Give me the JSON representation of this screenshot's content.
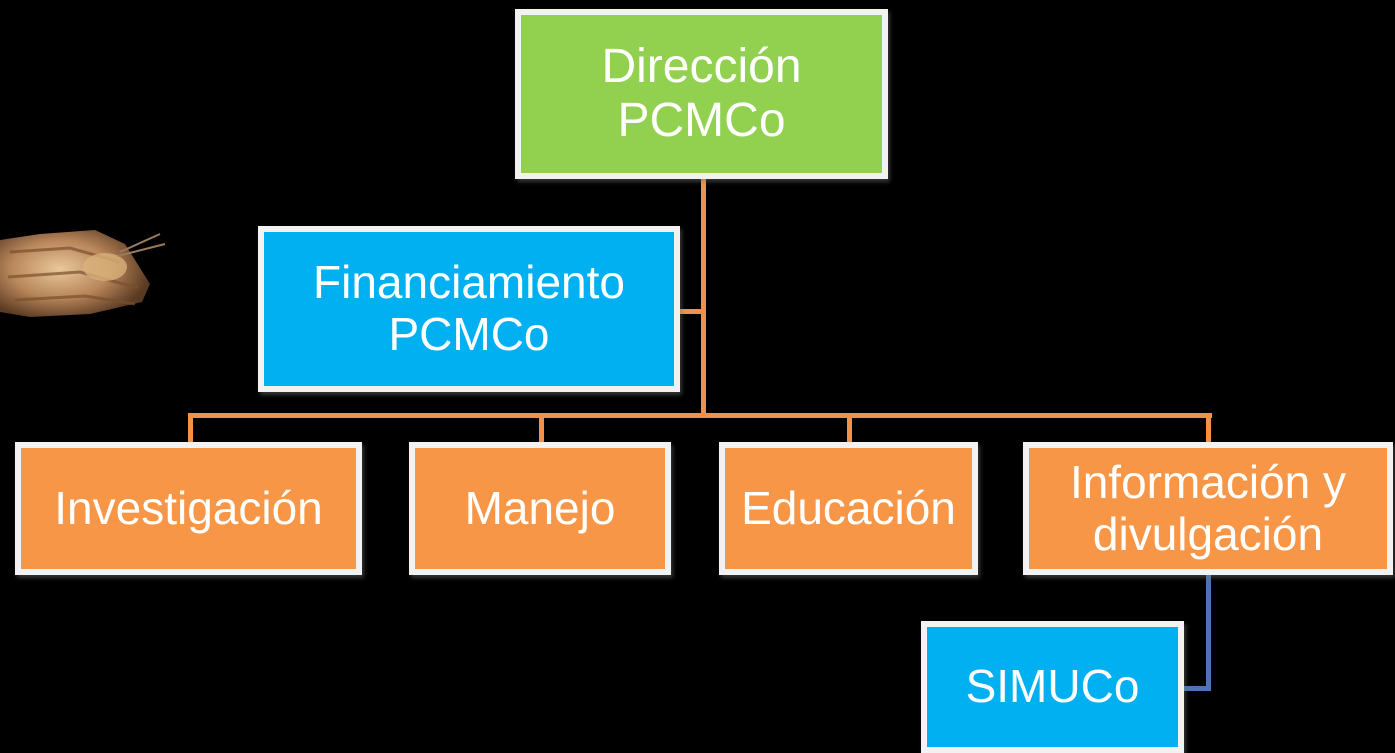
{
  "colors": {
    "background": "#000000",
    "director_fill": "#92d050",
    "funding_fill": "#00b0f0",
    "area_fill": "#f79646",
    "simuco_fill": "#00b0f0",
    "connector_orange": "#f29147",
    "connector_blue": "#4a74b8",
    "box_border": "#f2f2f2"
  },
  "nodes": {
    "direccion": "Dirección\nPCMCo",
    "financiamiento": "Financiamiento\nPCMCo",
    "investigacion": "Investigación",
    "manejo": "Manejo",
    "educacion": "Educación",
    "informacion": "Información y\ndivulgación",
    "simuco": "SIMUCo"
  },
  "images": {
    "moth": "moth-photo"
  }
}
